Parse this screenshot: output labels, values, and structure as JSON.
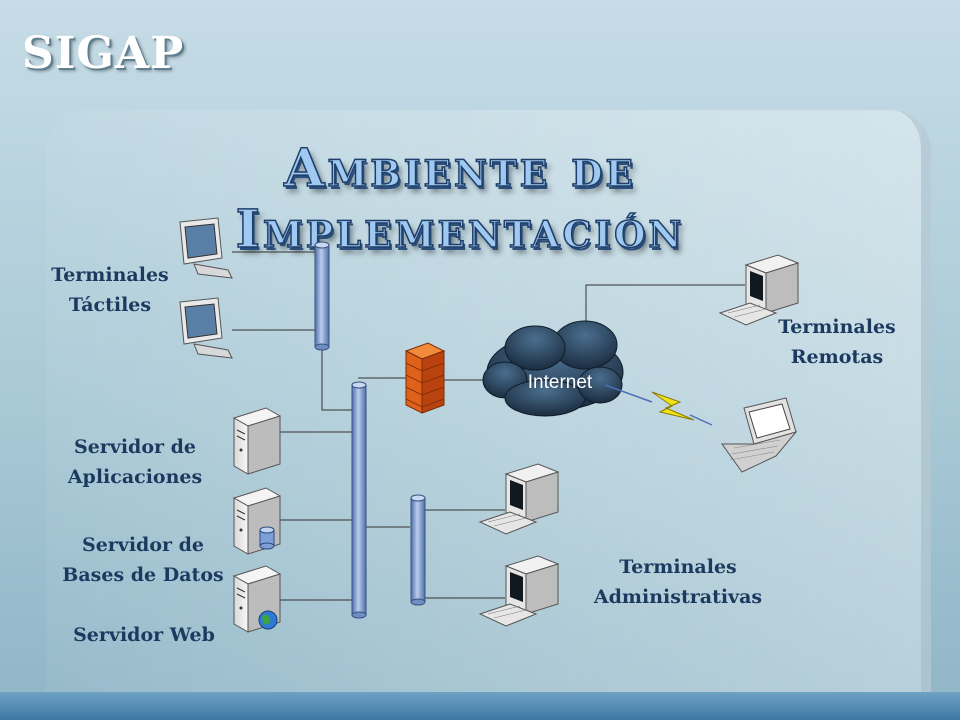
{
  "brand": "SIGAP",
  "title": "Ambiente de Implementación",
  "labels": {
    "touch_terminals": [
      "Terminales",
      "Táctiles"
    ],
    "app_server": [
      "Servidor de",
      "Aplicaciones"
    ],
    "db_server": [
      "Servidor de",
      "Bases de Datos"
    ],
    "web_server": "Servidor Web",
    "remote_terminals": [
      "Terminales",
      "Remotas"
    ],
    "admin_terminals": [
      "Terminales",
      "Administrativas"
    ],
    "internet": "Internet"
  },
  "colors": {
    "label_text": "#1c3a5f",
    "bus": "#7f9fd0",
    "firewall": "#e0621a",
    "cloud": "#27425c"
  }
}
